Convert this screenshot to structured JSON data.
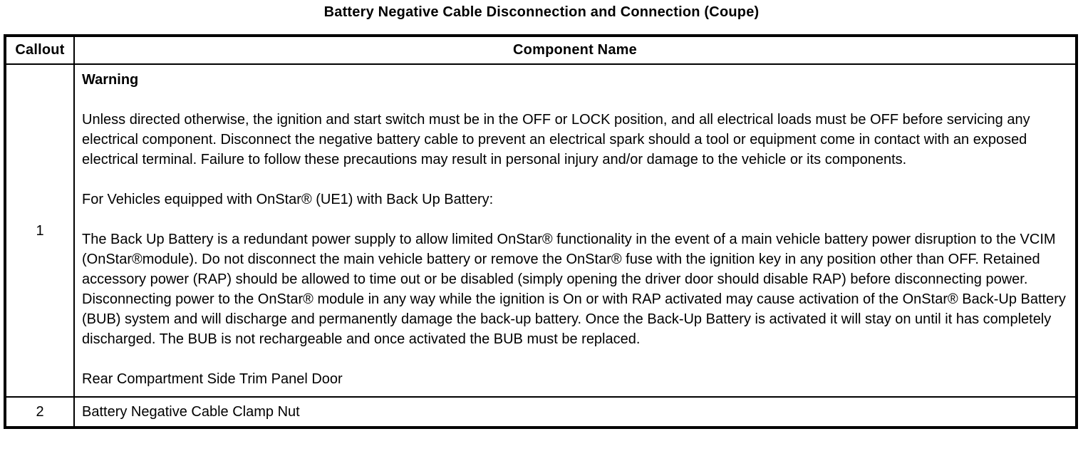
{
  "page": {
    "title": "Battery Negative Cable Disconnection and Connection (Coupe)"
  },
  "table": {
    "headers": {
      "callout": "Callout",
      "component": "Component Name"
    },
    "row1": {
      "callout": "1",
      "warning_heading": "Warning",
      "warning_text": "Unless directed otherwise, the ignition and start switch must be in the OFF or LOCK position, and all electrical loads must be OFF before servicing any electrical component. Disconnect the negative battery cable to prevent an electrical spark should a tool or equipment come in contact with an exposed electrical terminal. Failure to follow these precautions may result in personal injury and/or damage to the vehicle or its components.",
      "onstar_intro": "For Vehicles equipped with OnStar® (UE1) with Back Up Battery:",
      "onstar_text": "The Back Up Battery is a redundant power supply to allow limited OnStar® functionality in the event of a main vehicle battery power disruption to the VCIM (OnStar®module). Do not disconnect the main vehicle battery or remove the OnStar® fuse with the ignition key in any position other than OFF. Retained accessory power (RAP) should be allowed to time out or be disabled (simply opening the driver door should disable RAP) before disconnecting power. Disconnecting power to the OnStar® module in any way while the ignition is On or with RAP activated may cause activation of the OnStar® Back-Up Battery (BUB) system and will discharge and permanently damage the back-up battery. Once the Back-Up Battery is activated it will stay on until it has completely discharged. The BUB is not rechargeable and once activated the BUB must be replaced.",
      "component": "Rear Compartment Side Trim Panel Door"
    },
    "row2": {
      "callout": "2",
      "component": "Battery Negative Cable Clamp Nut"
    }
  },
  "colors": {
    "background": "#ffffff",
    "text": "#000000",
    "border": "#000000"
  }
}
